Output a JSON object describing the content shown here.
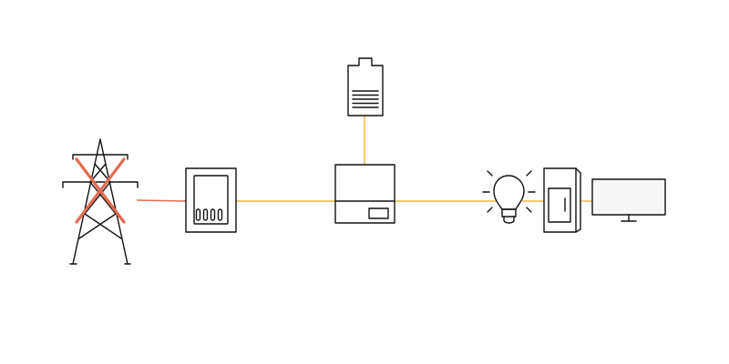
{
  "diagram": {
    "description_hidden": "",
    "components": [
      {
        "id": "grid",
        "icon": "power-tower-icon",
        "status": "offline"
      },
      {
        "id": "meter",
        "icon": "electricity-meter-icon"
      },
      {
        "id": "inverter",
        "icon": "inverter-icon"
      },
      {
        "id": "battery",
        "icon": "battery-icon"
      },
      {
        "id": "light",
        "icon": "light-bulb-icon"
      },
      {
        "id": "appliance",
        "icon": "appliance-cabinet-icon"
      },
      {
        "id": "monitor",
        "icon": "monitor-icon"
      }
    ],
    "connections": [
      {
        "from": "grid",
        "to": "meter",
        "state": "inactive"
      },
      {
        "from": "meter",
        "to": "inverter",
        "state": "active"
      },
      {
        "from": "battery",
        "to": "inverter",
        "state": "active"
      },
      {
        "from": "inverter",
        "to": "light",
        "state": "active"
      },
      {
        "from": "light",
        "to": "appliance",
        "state": "active"
      },
      {
        "from": "appliance",
        "to": "monitor",
        "state": "active"
      }
    ]
  },
  "colors": {
    "line_active": "#f3b53f",
    "line_inactive": "#e46a52",
    "cross_mark": "#e46a52",
    "icon_stroke": "#111111",
    "background": "#ffffff"
  }
}
